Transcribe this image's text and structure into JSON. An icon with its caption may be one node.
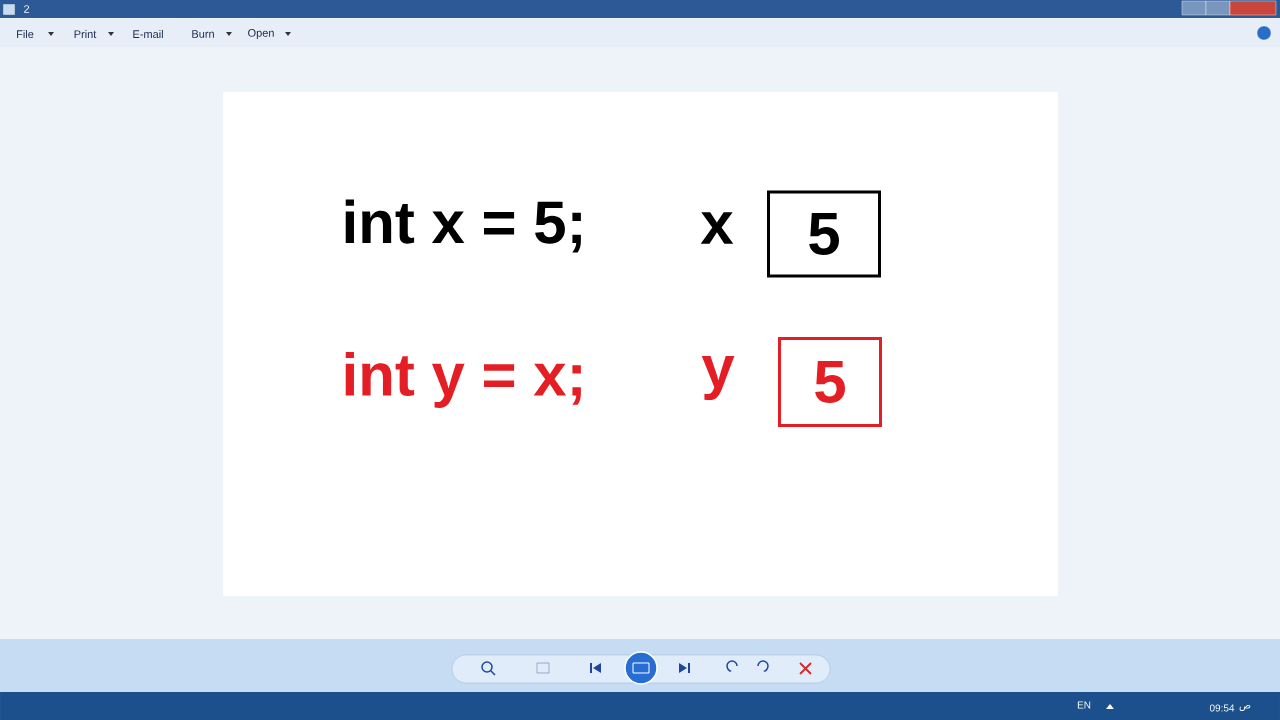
{
  "diagram": {
    "title": "2",
    "nodes": [
      {
        "text": [
          "5"
        ],
        "beside": [
          "x"
        ]
      },
      {
        "text": [
          "5"
        ],
        "beside": [
          "y"
        ]
      }
    ],
    "labels": [
      "File",
      "Print",
      "E-mail",
      "Burn",
      "Open",
      "int x = 5;",
      "int y = x;",
      "EN",
      "09:54",
      "ص"
    ]
  }
}
